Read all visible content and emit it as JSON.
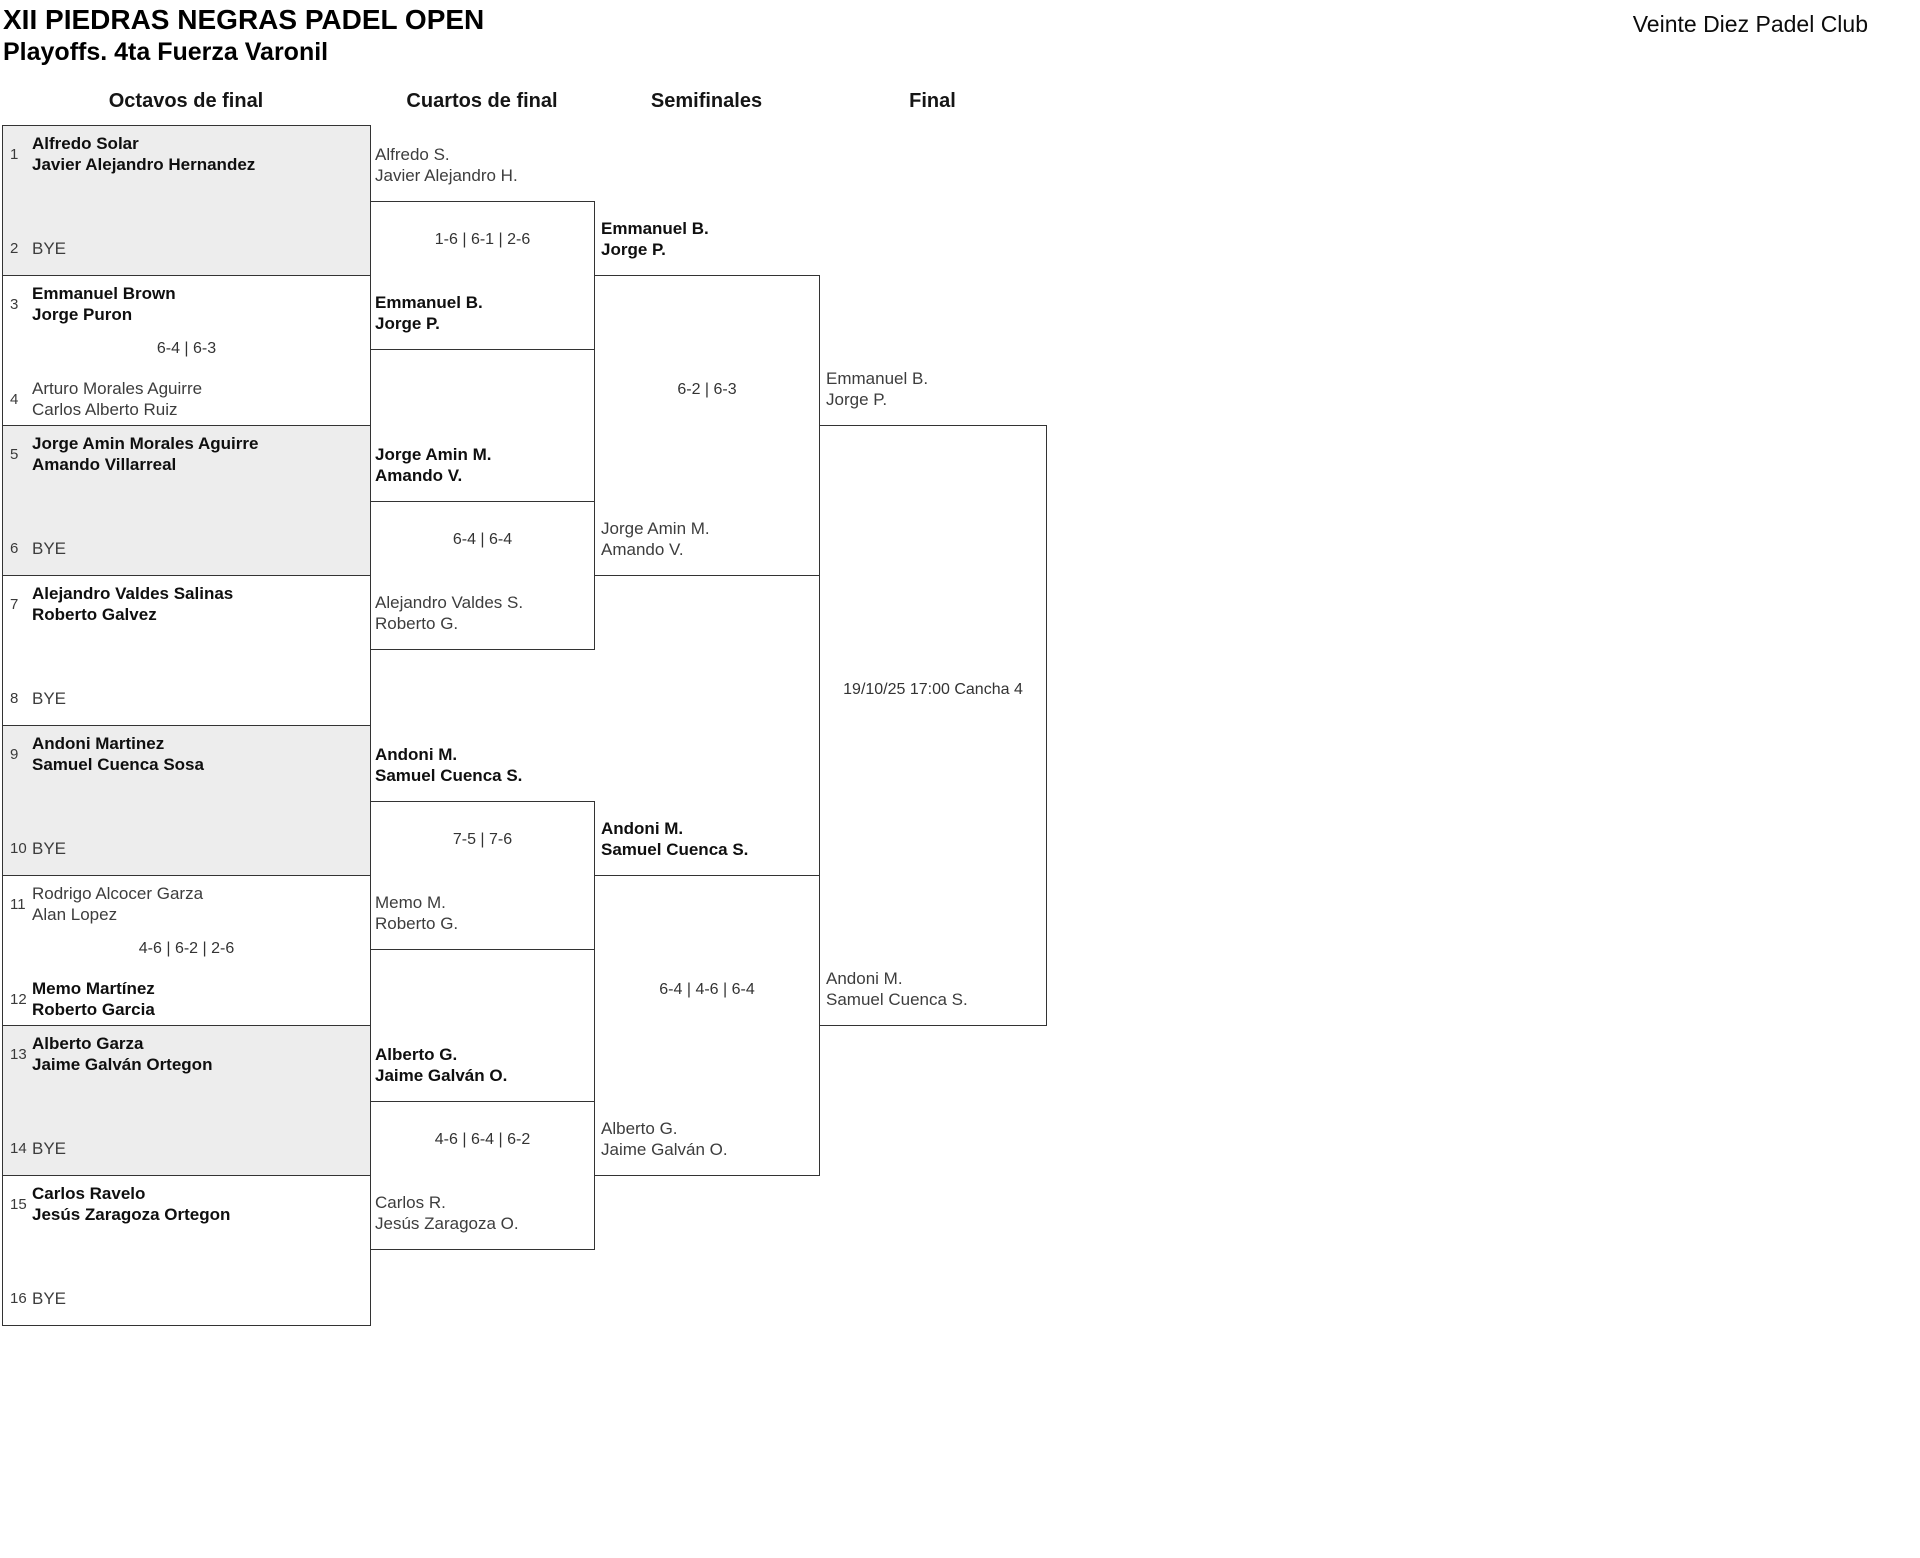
{
  "header": {
    "title": "XII PIEDRAS NEGRAS PADEL OPEN",
    "subtitle": "Playoffs. 4ta Fuerza Varonil",
    "club": "Veinte Diez Padel Club"
  },
  "rounds": [
    "Octavos de final",
    "Cuartos de final",
    "Semifinales",
    "Final"
  ],
  "colors": {
    "shaded_box": "#ededed",
    "line": "#333333",
    "winner_text": "#0f0f0f",
    "loser_text": "#3d3d3d"
  },
  "r16": [
    {
      "seed_top": "1",
      "top": [
        "Alfredo Solar",
        "Javier Alejandro Hernandez"
      ],
      "score": "",
      "seed_bottom": "2",
      "bottom": [
        "BYE"
      ]
    },
    {
      "seed_top": "3",
      "top": [
        "Emmanuel Brown",
        "Jorge Puron"
      ],
      "score": "6-4 | 6-3",
      "seed_bottom": "4",
      "bottom": [
        "Arturo Morales Aguirre",
        "Carlos Alberto Ruiz"
      ]
    },
    {
      "seed_top": "5",
      "top": [
        "Jorge Amin Morales Aguirre",
        "Amando Villarreal"
      ],
      "score": "",
      "seed_bottom": "6",
      "bottom": [
        "BYE"
      ]
    },
    {
      "seed_top": "7",
      "top": [
        "Alejandro Valdes Salinas",
        "Roberto Galvez"
      ],
      "score": "",
      "seed_bottom": "8",
      "bottom": [
        "BYE"
      ]
    },
    {
      "seed_top": "9",
      "top": [
        "Andoni Martinez",
        "Samuel Cuenca Sosa"
      ],
      "score": "",
      "seed_bottom": "10",
      "bottom": [
        "BYE"
      ]
    },
    {
      "seed_top": "11",
      "top": [
        "Rodrigo Alcocer Garza",
        "Alan Lopez"
      ],
      "score": "4-6 | 6-2 | 2-6",
      "seed_bottom": "12",
      "bottom": [
        "Memo Martínez",
        "Roberto Garcia"
      ]
    },
    {
      "seed_top": "13",
      "top": [
        "Alberto Garza",
        "Jaime Galván Ortegon"
      ],
      "score": "",
      "seed_bottom": "14",
      "bottom": [
        "BYE"
      ]
    },
    {
      "seed_top": "15",
      "top": [
        "Carlos Ravelo",
        "Jesús Zaragoza Ortegon"
      ],
      "score": "",
      "seed_bottom": "16",
      "bottom": [
        "BYE"
      ]
    }
  ],
  "qf": [
    {
      "top": [
        "Alfredo S.",
        "Javier Alejandro H."
      ],
      "score": "1-6 | 6-1 | 2-6",
      "bottom": [
        "Emmanuel B.",
        "Jorge P."
      ]
    },
    {
      "top": [
        "Jorge Amin M.",
        "Amando V."
      ],
      "score": "6-4 | 6-4",
      "bottom": [
        "Alejandro Valdes S.",
        "Roberto G."
      ]
    },
    {
      "top": [
        "Andoni M.",
        "Samuel Cuenca S."
      ],
      "score": "7-5 | 7-6",
      "bottom": [
        "Memo M.",
        "Roberto G."
      ]
    },
    {
      "top": [
        "Alberto G.",
        "Jaime Galván O."
      ],
      "score": "4-6 | 6-4 | 6-2",
      "bottom": [
        "Carlos R.",
        "Jesús Zaragoza O."
      ]
    }
  ],
  "sf": [
    {
      "top": [
        "Emmanuel B.",
        "Jorge P."
      ],
      "score": "6-2 | 6-3",
      "bottom": [
        "Jorge Amin M.",
        "Amando V."
      ]
    },
    {
      "top": [
        "Andoni M.",
        "Samuel Cuenca S."
      ],
      "score": "6-4 | 4-6 | 6-4",
      "bottom": [
        "Alberto G.",
        "Jaime Galván O."
      ]
    }
  ],
  "fin": {
    "top": [
      "Emmanuel B.",
      "Jorge P."
    ],
    "schedule": "19/10/25 17:00 Cancha 4",
    "bottom": [
      "Andoni M.",
      "Samuel Cuenca S."
    ]
  }
}
